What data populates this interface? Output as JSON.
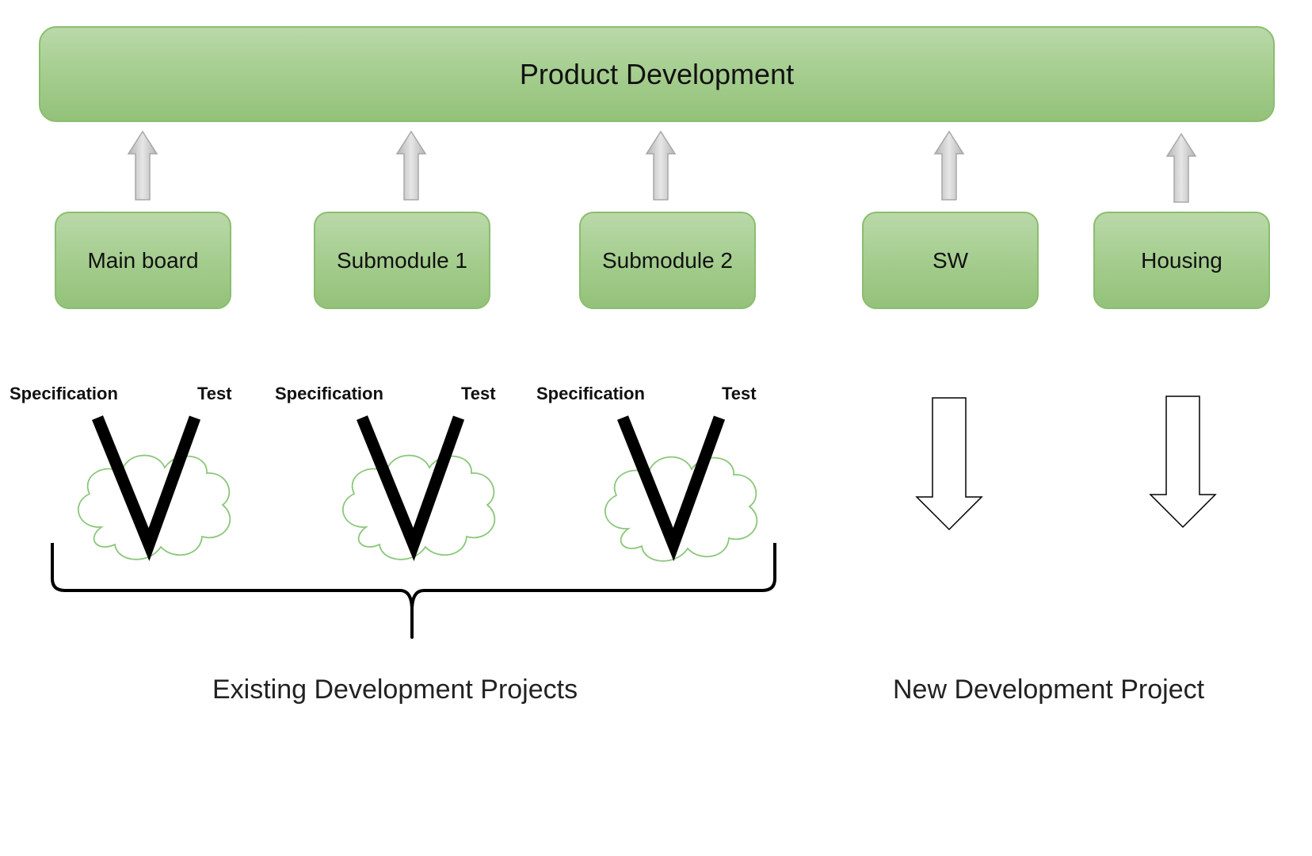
{
  "title": "Product Development",
  "modules": [
    {
      "label": "Main board"
    },
    {
      "label": "Submodule 1"
    },
    {
      "label": "Submodule 2"
    },
    {
      "label": "SW"
    },
    {
      "label": "Housing"
    }
  ],
  "v_models": [
    {
      "left_label": "Specification",
      "right_label": "Test",
      "letter": "V"
    },
    {
      "left_label": "Specification",
      "right_label": "Test",
      "letter": "V"
    },
    {
      "left_label": "Specification",
      "right_label": "Test",
      "letter": "V"
    }
  ],
  "captions": {
    "existing": "Existing Development Projects",
    "new": "New Development Project"
  },
  "colors": {
    "box_fill": "#a3cc8c",
    "box_border": "#8bbd6e",
    "cloud_stroke": "#8bc77a",
    "up_arrow": "#c8c8c8"
  }
}
